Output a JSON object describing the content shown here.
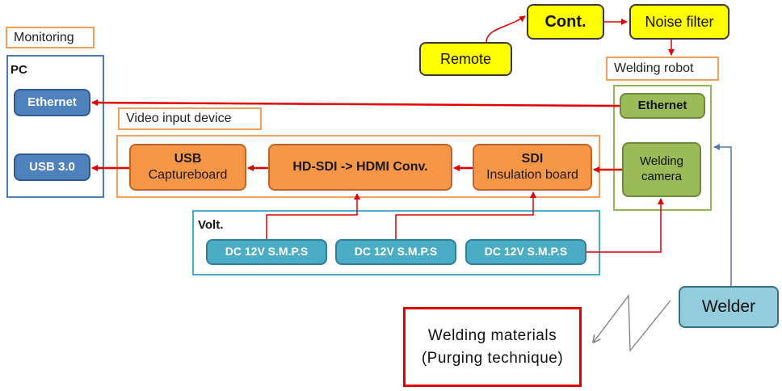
{
  "labels": {
    "monitoring": "Monitoring",
    "video_input_device": "Video input device",
    "welding_robot": "Welding robot",
    "pc": "PC",
    "volt": "Volt."
  },
  "nodes": {
    "ethernet_pc": "Ethernet",
    "usb3": "USB 3.0",
    "usb_capture_title": "USB",
    "usb_capture_sub": "Captureboard",
    "hdsdi_conv": "HD-SDI -> HDMI Conv.",
    "sdi_title": "SDI",
    "sdi_sub": "Insulation board",
    "ethernet_robot": "Ethernet",
    "welding_camera_line1": "Welding",
    "welding_camera_line2": "camera",
    "remote": "Remote",
    "cont": "Cont.",
    "noise_filter": "Noise filter",
    "smps_1": "DC 12V S.M.P.S",
    "smps_2": "DC 12V S.M.P.S",
    "smps_3": "DC 12V S.M.P.S",
    "welder": "Welder",
    "materials_line1": "Welding materials",
    "materials_line2": "(Purging technique)"
  },
  "colors": {
    "arrow_red": "#e00000",
    "arrow_blue": "#4f7cb0",
    "arrow_gray": "#7f7f7f"
  }
}
